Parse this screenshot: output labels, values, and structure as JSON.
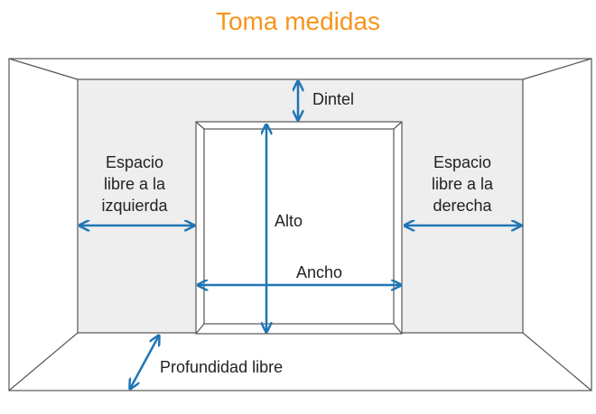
{
  "title": "Toma medidas",
  "colors": {
    "title": "#f7941d",
    "arrow": "#1f76b4",
    "lines": "#555555"
  },
  "labels": {
    "dintel": "Dintel",
    "left_space": [
      "Espacio",
      "libre a la",
      "izquierda"
    ],
    "right_space": [
      "Espacio",
      "libre a la",
      "derecha"
    ],
    "alto": "Alto",
    "ancho": "Ancho",
    "depth": "Profundidad libre"
  }
}
